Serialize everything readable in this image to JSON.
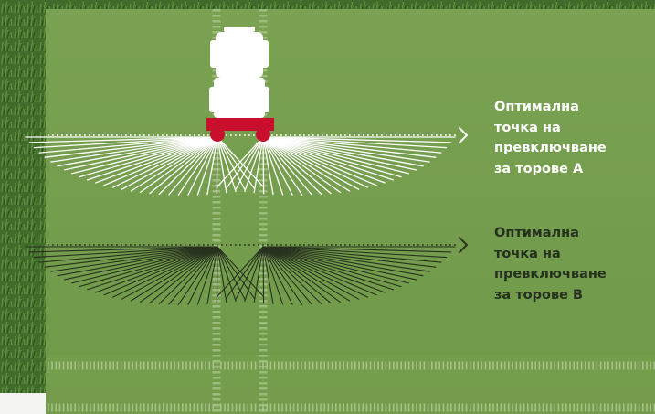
{
  "diagram": {
    "label_a": {
      "lines": [
        "Оптимална",
        "точка на",
        "превключване",
        "за торове A"
      ]
    },
    "label_b": {
      "lines": [
        "Оптимална",
        "точка на",
        "превключване",
        "за торове B"
      ]
    },
    "colors": {
      "grass_bg": "#3f6b2b",
      "panel": "#7aa252",
      "panel_bottom": "#6f9849",
      "tractor": "#ffffff",
      "boom": "#c8102e",
      "spray_a": "#ffffff",
      "spray_b": "#27311e",
      "label_a": "#ffffff",
      "label_b": "#26301f"
    },
    "icons": [
      "tractor-icon",
      "chevron-right-icon"
    ]
  }
}
